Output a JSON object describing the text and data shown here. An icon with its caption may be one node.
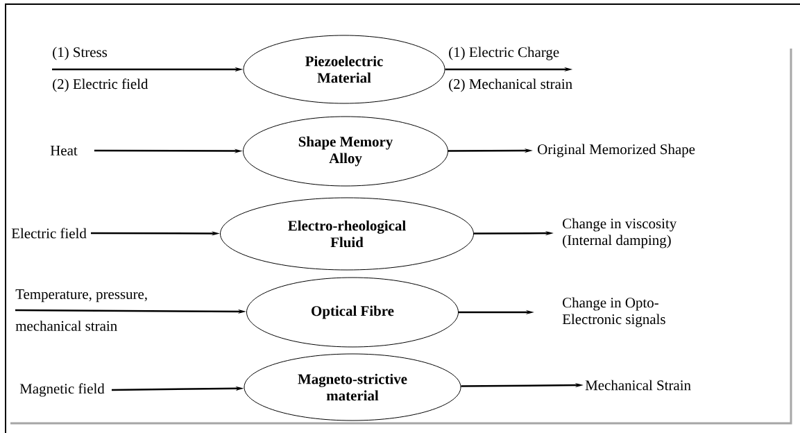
{
  "diagram": {
    "nodes": [
      {
        "text": [
          "Piezoelectric Material"
        ]
      },
      {
        "text": [
          "Shape Memory Alloy"
        ]
      },
      {
        "text": [
          "Electro-rheological Fluid"
        ]
      },
      {
        "text": [
          "Optical Fibre"
        ]
      },
      {
        "text": [
          "Magneto-strictive material"
        ]
      },
      {
        "text": [
          "(1) Stress",
          "(2) Electric field"
        ]
      },
      {
        "text": [
          "(1) Electric Charge",
          "(2) Mechanical strain"
        ]
      },
      {
        "text": [
          "Heat"
        ]
      },
      {
        "text": [
          "Original  Memorized Shape"
        ]
      },
      {
        "text": [
          "Electric field"
        ]
      },
      {
        "text": [
          "Change in viscosity (Internal damping)"
        ]
      },
      {
        "text": [
          "Temperature, pressure,",
          "mechanical strain"
        ]
      },
      {
        "text": [
          "Change in Opto- Electronic signals"
        ]
      },
      {
        "text": [
          "Magnetic field"
        ]
      },
      {
        "text": [
          "Mechanical Strain"
        ]
      }
    ],
    "edges": [
      {
        "from": 5,
        "to": 0,
        "arrow": "to"
      },
      {
        "from": 0,
        "to": 6,
        "arrow": "to"
      },
      {
        "from": 7,
        "to": 1,
        "arrow": "to"
      },
      {
        "from": 1,
        "to": 8,
        "arrow": "to"
      },
      {
        "from": 9,
        "to": 2,
        "arrow": "to"
      },
      {
        "from": 2,
        "to": 10,
        "arrow": "to"
      },
      {
        "from": 11,
        "to": 3,
        "arrow": "to"
      },
      {
        "from": 3,
        "to": 12,
        "arrow": "to"
      },
      {
        "from": 13,
        "to": 4,
        "arrow": "to"
      },
      {
        "from": 4,
        "to": 14,
        "arrow": "to"
      }
    ]
  }
}
